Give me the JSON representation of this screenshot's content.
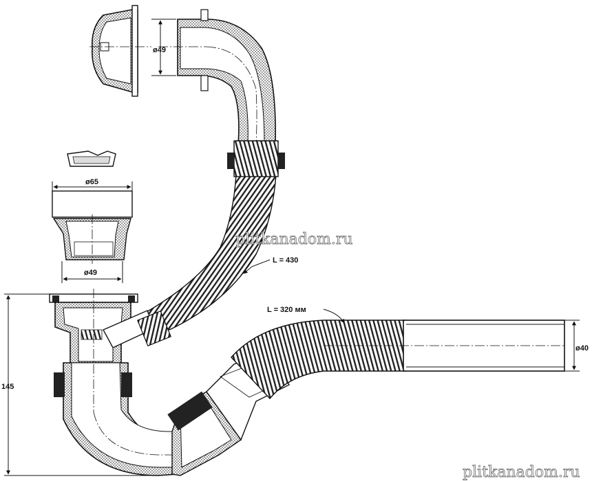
{
  "labels": {
    "overflow_pipe_diameter": "ø49",
    "drain_top_diameter": "ø65",
    "drain_bottom_diameter": "ø49",
    "flex_hose_length": "L = 430",
    "outlet_hose_length": "L = 320 мм",
    "outlet_diameter": "ø40",
    "total_height": "145"
  },
  "watermark": {
    "center": "plitkanadom.ru",
    "corner": "plitkanadom.ru"
  },
  "colors": {
    "ink": "#111111",
    "hatch": "#8a8a8a",
    "watermark_stroke": "#7a7a7a"
  }
}
